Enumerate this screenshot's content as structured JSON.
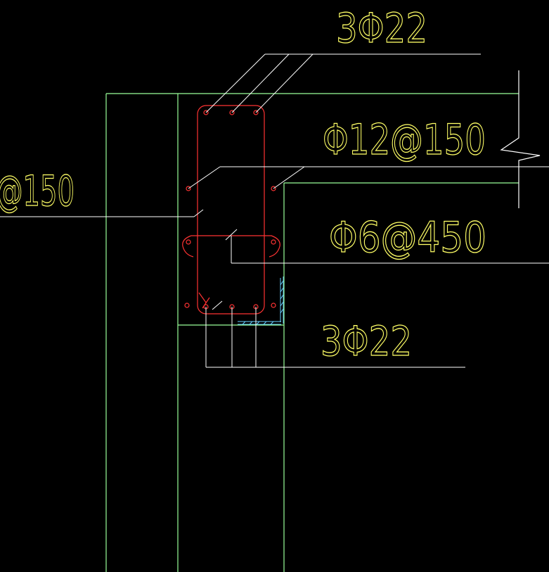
{
  "drawing": {
    "background_color": "#000000",
    "concrete_outline_color": "#99ff99",
    "rebar_color": "#ff3333",
    "annotation_color": "#ffff66",
    "leader_color": "#ffffff",
    "hatch_color": "#66ccff"
  },
  "labels": {
    "top_bars": "3Φ22",
    "slab_rebar": "Φ12@150",
    "left_rebar": "@150",
    "tie_bar": "Φ6@450",
    "bottom_bars": "3Φ22"
  }
}
